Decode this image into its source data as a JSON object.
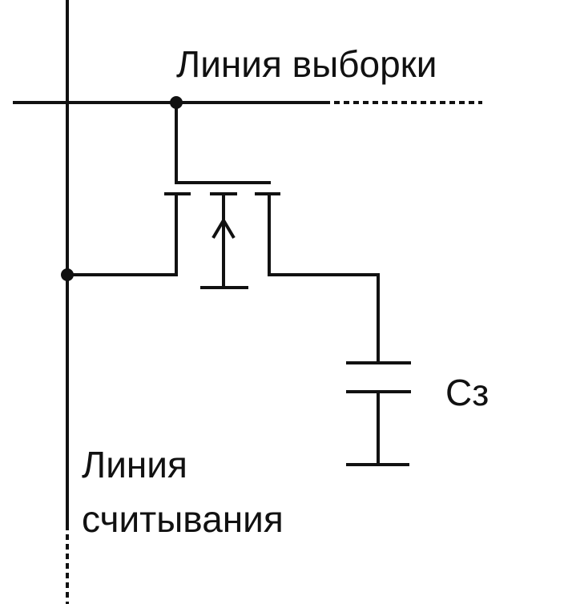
{
  "labels": {
    "select_line": "Линия выборки",
    "capacitor": "Сз",
    "read_line": [
      "Линия",
      "считывания"
    ]
  },
  "colors": {
    "ink": "#111111",
    "background": "#ffffff"
  }
}
